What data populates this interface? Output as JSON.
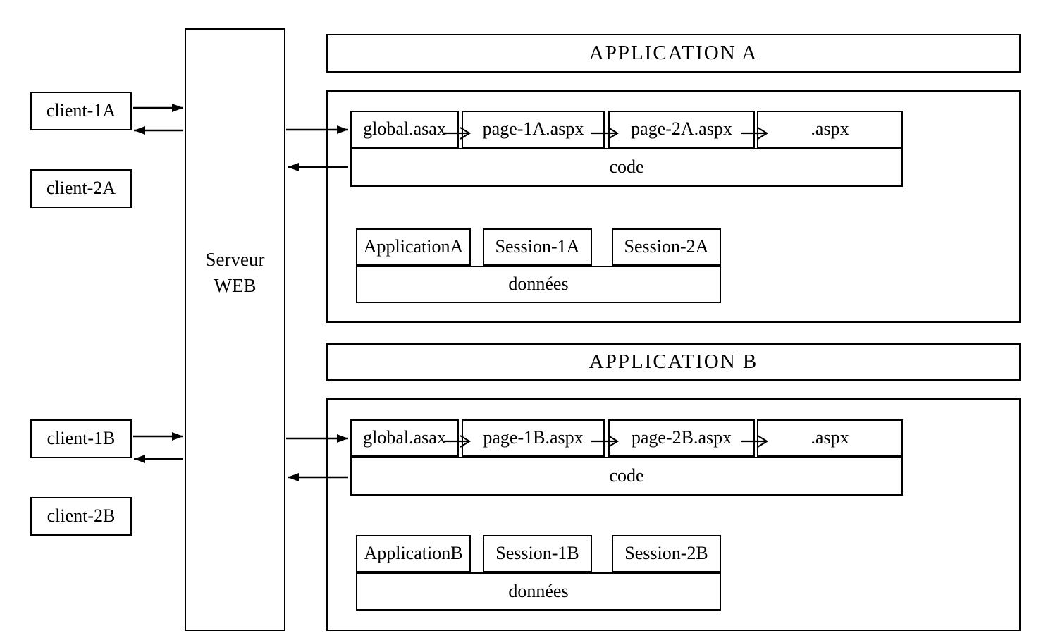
{
  "colors": {
    "stroke": "#000000",
    "background": "#ffffff"
  },
  "clients": {
    "client_1a": "client-1A",
    "client_2a": "client-2A",
    "client_1b": "client-1B",
    "client_2b": "client-2B"
  },
  "server": {
    "line1": "Serveur",
    "line2": "WEB"
  },
  "app_a": {
    "title": "APPLICATION A",
    "pipeline": [
      "global.asax",
      "page-1A.aspx",
      "page-2A.aspx",
      ".aspx"
    ],
    "code": "code",
    "stores": [
      "ApplicationA",
      "Session-1A",
      "Session-2A"
    ],
    "data": "données"
  },
  "app_b": {
    "title": "APPLICATION B",
    "pipeline": [
      "global.asax",
      "page-1B.aspx",
      "page-2B.aspx",
      ".aspx"
    ],
    "code": "code",
    "stores": [
      "ApplicationB",
      "Session-1B",
      "Session-2B"
    ],
    "data": "données"
  }
}
